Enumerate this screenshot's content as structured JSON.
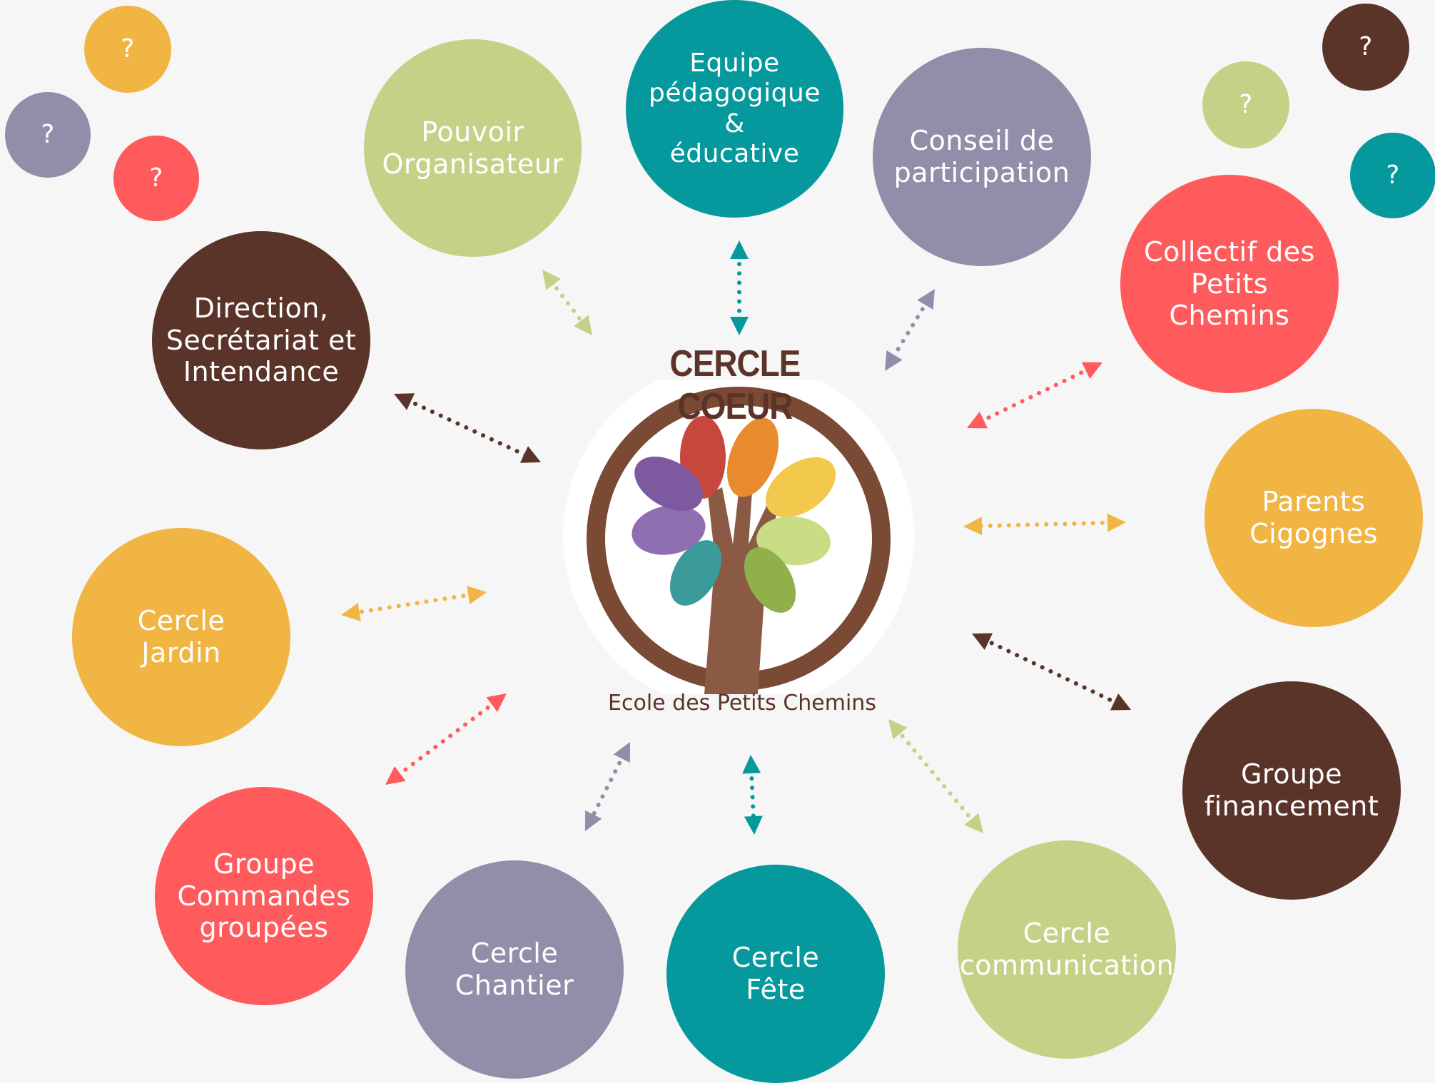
{
  "center": {
    "title": "CERCLE COEUR",
    "subtitle": "Ecole des Petits Chemins",
    "logo_icon": "tree-hand-flower-logo"
  },
  "colors": {
    "yellow": "#f0b542",
    "lavender": "#928ea9",
    "red": "#ff5b5c",
    "green": "#c6d188",
    "teal": "#05989c",
    "brown": "#5b3429",
    "background": "#f6f6f6"
  },
  "bubbles": [
    {
      "id": "pouvoir-organisateur",
      "label": "Pouvoir\nOrganisateur",
      "color": "green"
    },
    {
      "id": "equipe-pedagogique",
      "label": "Equipe\npédagogique &\néducative",
      "color": "teal"
    },
    {
      "id": "conseil-participation",
      "label": "Conseil de\nparticipation",
      "color": "lavender"
    },
    {
      "id": "collectif-petits-chemins",
      "label": "Collectif des\nPetits Chemins",
      "color": "red"
    },
    {
      "id": "parents-cigognes",
      "label": "Parents\nCigognes",
      "color": "yellow"
    },
    {
      "id": "groupe-financement",
      "label": "Groupe\nfinancement",
      "color": "brown"
    },
    {
      "id": "cercle-communication",
      "label": "Cercle\ncommunication",
      "color": "green"
    },
    {
      "id": "cercle-fete",
      "label": "Cercle\nFête",
      "color": "teal"
    },
    {
      "id": "cercle-chantier",
      "label": "Cercle\nChantier",
      "color": "lavender"
    },
    {
      "id": "groupe-commandes",
      "label": "Groupe\nCommandes\ngroupées",
      "color": "red"
    },
    {
      "id": "cercle-jardin",
      "label": "Cercle\nJardin",
      "color": "yellow"
    },
    {
      "id": "direction",
      "label": "Direction,\nSecrétariat et\nIntendance",
      "color": "brown"
    }
  ],
  "question_bubbles": [
    {
      "id": "q-yellow",
      "label": "?",
      "color": "yellow"
    },
    {
      "id": "q-lavender",
      "label": "?",
      "color": "lavender"
    },
    {
      "id": "q-red",
      "label": "?",
      "color": "red"
    },
    {
      "id": "q-brown",
      "label": "?",
      "color": "brown"
    },
    {
      "id": "q-green",
      "label": "?",
      "color": "green"
    },
    {
      "id": "q-teal",
      "label": "?",
      "color": "teal"
    }
  ],
  "connectors": [
    {
      "to": "pouvoir-organisateur",
      "color": "green"
    },
    {
      "to": "equipe-pedagogique",
      "color": "teal"
    },
    {
      "to": "conseil-participation",
      "color": "lavender"
    },
    {
      "to": "collectif-petits-chemins",
      "color": "red"
    },
    {
      "to": "parents-cigognes",
      "color": "yellow"
    },
    {
      "to": "groupe-financement",
      "color": "brown"
    },
    {
      "to": "cercle-communication",
      "color": "green"
    },
    {
      "to": "cercle-fete",
      "color": "teal"
    },
    {
      "to": "cercle-chantier",
      "color": "lavender"
    },
    {
      "to": "groupe-commandes",
      "color": "red"
    },
    {
      "to": "cercle-jardin",
      "color": "yellow"
    },
    {
      "to": "direction",
      "color": "brown"
    }
  ]
}
